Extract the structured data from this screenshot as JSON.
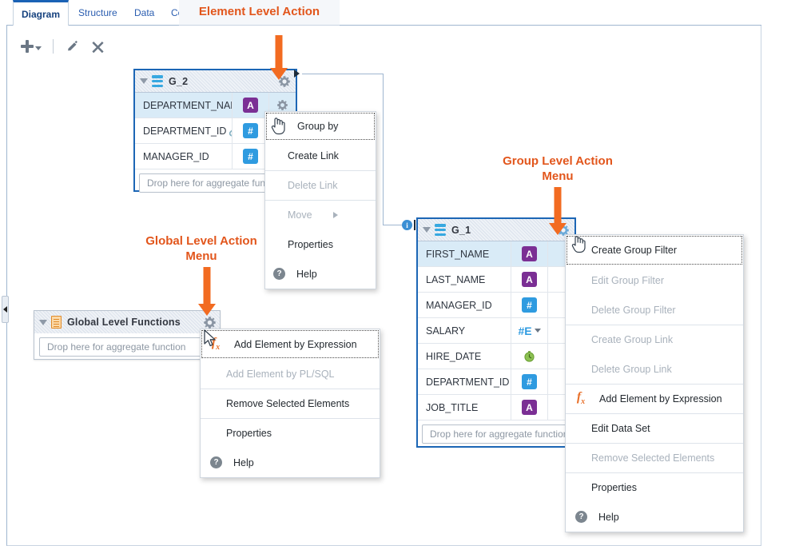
{
  "tabs": [
    {
      "label": "Diagram",
      "active": true
    },
    {
      "label": "Structure",
      "active": false
    },
    {
      "label": "Data",
      "active": false
    },
    {
      "label": "Co",
      "active": false
    }
  ],
  "toolbar": {
    "add_label": "Add",
    "add_icon": "plus-icon",
    "edit_icon": "pencil-icon",
    "delete_icon": "cross-icon"
  },
  "annotations": [
    {
      "id": "element-level",
      "text": "Element Level Action"
    },
    {
      "id": "group-level",
      "text": "Group Level Action\nMenu",
      "line1": "Group Level Action",
      "line2": "Menu"
    },
    {
      "id": "global-level",
      "text": "Global Level Action\nMenu",
      "line1": "Global Level Action",
      "line2": "Menu"
    }
  ],
  "groups": [
    {
      "name": "G_2",
      "collapse_icon": "triangle-collapse-icon",
      "type_icon": "database-icon",
      "gear_icon": "gear-icon",
      "dropzone_placeholder": "Drop here for aggregate function",
      "fields": [
        {
          "name": "DEPARTMENT_NAME",
          "type": "A",
          "type_kind": "string",
          "selected": true,
          "linked": false
        },
        {
          "name": "DEPARTMENT_ID",
          "type": "#",
          "type_kind": "number",
          "selected": false,
          "linked": true
        },
        {
          "name": "MANAGER_ID",
          "type": "#",
          "type_kind": "number",
          "selected": false,
          "linked": false
        }
      ]
    },
    {
      "name": "G_1",
      "collapse_icon": "triangle-collapse-icon",
      "type_icon": "database-icon",
      "gear_icon": "gear-icon",
      "dropzone_placeholder": "Drop here for aggregate function",
      "fields": [
        {
          "name": "FIRST_NAME",
          "type": "A",
          "type_kind": "string",
          "selected": true,
          "linked": false
        },
        {
          "name": "LAST_NAME",
          "type": "A",
          "type_kind": "string",
          "selected": false,
          "linked": false
        },
        {
          "name": "MANAGER_ID",
          "type": "#",
          "type_kind": "number",
          "selected": false,
          "linked": false
        },
        {
          "name": "SALARY",
          "type": "#E",
          "type_kind": "number-expression",
          "selected": false,
          "linked": false
        },
        {
          "name": "HIRE_DATE",
          "type": "date",
          "type_kind": "date",
          "selected": false,
          "linked": false
        },
        {
          "name": "DEPARTMENT_ID",
          "type": "#",
          "type_kind": "number",
          "selected": false,
          "linked": true
        },
        {
          "name": "JOB_TITLE",
          "type": "A",
          "type_kind": "string",
          "selected": false,
          "linked": false
        }
      ]
    }
  ],
  "global_functions": {
    "title": "Global Level Functions",
    "collapse_icon": "triangle-collapse-icon",
    "doc_icon": "document-icon",
    "gear_icon": "gear-icon",
    "dropzone_placeholder": "Drop here for aggregate function"
  },
  "element_menu": {
    "items": [
      {
        "label": "Group by",
        "disabled": false,
        "icon": null,
        "focused": true
      },
      {
        "label": "Create Link",
        "disabled": false,
        "icon": null,
        "separator": false
      },
      {
        "label": "Delete Link",
        "disabled": true,
        "icon": null,
        "separator": true
      },
      {
        "label": "Move",
        "disabled": true,
        "icon": null,
        "separator": true,
        "submenu": true
      },
      {
        "label": "Properties",
        "disabled": false,
        "icon": null,
        "separator": false
      },
      {
        "label": "Help",
        "disabled": false,
        "icon": "help-icon",
        "separator": false
      }
    ]
  },
  "global_menu": {
    "items": [
      {
        "label": "Add Element by Expression",
        "disabled": false,
        "icon": "fx-icon",
        "focused": true
      },
      {
        "label": "Add Element by PL/SQL",
        "disabled": true,
        "icon": null,
        "separator": false
      },
      {
        "label": "Remove Selected Elements",
        "disabled": false,
        "icon": null,
        "separator": true
      },
      {
        "label": "Properties",
        "disabled": false,
        "icon": null,
        "separator": true
      },
      {
        "label": "Help",
        "disabled": false,
        "icon": "help-icon",
        "separator": false
      }
    ]
  },
  "group_menu": {
    "items": [
      {
        "label": "Create Group Filter",
        "disabled": false,
        "icon": null,
        "focused": true
      },
      {
        "label": "Edit Group Filter",
        "disabled": true,
        "icon": null,
        "separator": false
      },
      {
        "label": "Delete Group Filter",
        "disabled": true,
        "icon": null,
        "separator": false
      },
      {
        "label": "Create Group Link",
        "disabled": true,
        "icon": null,
        "separator": true
      },
      {
        "label": "Delete Group Link",
        "disabled": true,
        "icon": null,
        "separator": false
      },
      {
        "label": "Add Element by Expression",
        "disabled": false,
        "icon": "fx-icon",
        "separator": true
      },
      {
        "label": "Edit Data Set",
        "disabled": false,
        "icon": null,
        "separator": true
      },
      {
        "label": "Remove Selected Elements",
        "disabled": true,
        "icon": null,
        "separator": true
      },
      {
        "label": "Properties",
        "disabled": false,
        "icon": null,
        "separator": true
      },
      {
        "label": "Help",
        "disabled": false,
        "icon": "help-icon",
        "separator": false
      }
    ]
  },
  "connector": {
    "info_icon": "info-icon",
    "arrow_icon": "link-arrow-icon"
  },
  "colors": {
    "accent_orange": "#f26b21",
    "annotation_text": "#e2561c",
    "group_border": "#1c66b5",
    "selection_row": "#d9ebf7",
    "string_type": "#7b2f94",
    "number_type": "#2f9be0",
    "tab_active": "#15417e"
  }
}
